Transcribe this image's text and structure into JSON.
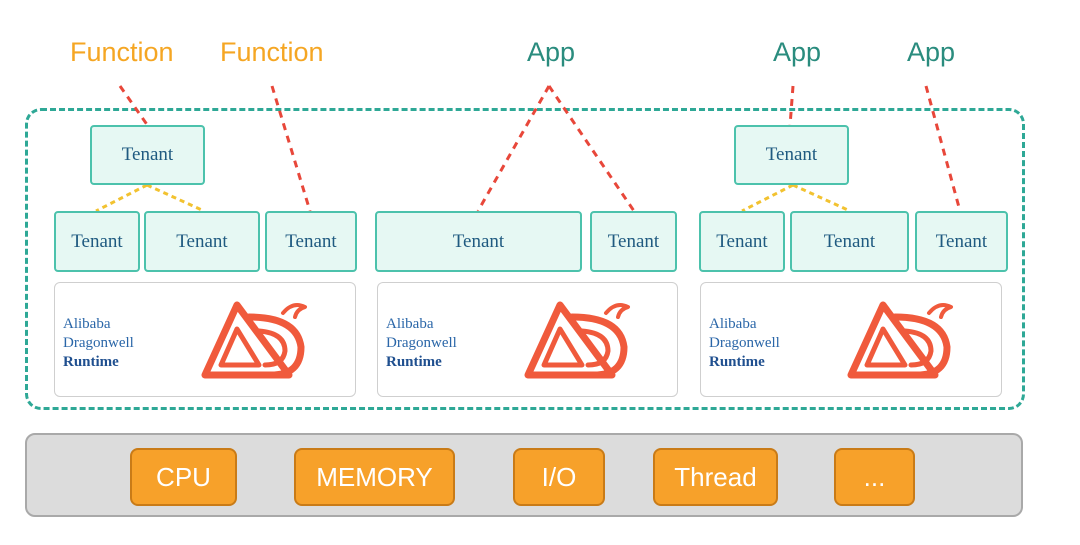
{
  "top_labels": {
    "function_1": "Function",
    "function_2": "Function",
    "app_1": "App",
    "app_2": "App",
    "app_3": "App"
  },
  "tenant_label": "Tenant",
  "runtime": {
    "line1": "Alibaba",
    "line2": "Dragonwell",
    "line3": "Runtime"
  },
  "resources": [
    "CPU",
    "MEMORY",
    "I/O",
    "Thread",
    "..."
  ],
  "colors": {
    "function_text": "#f5a623",
    "app_text": "#2a8c7e",
    "tenant_fill": "#e6f8f3",
    "tenant_border": "#4cc2ac",
    "cluster_border": "#2ea896",
    "red_dash": "#e8473a",
    "yellow_dash": "#f2c230",
    "resource_fill": "#f7a12a",
    "logo_red": "#f05a3c"
  },
  "icons": {
    "runtime_logo": "dragonwell-logo"
  }
}
